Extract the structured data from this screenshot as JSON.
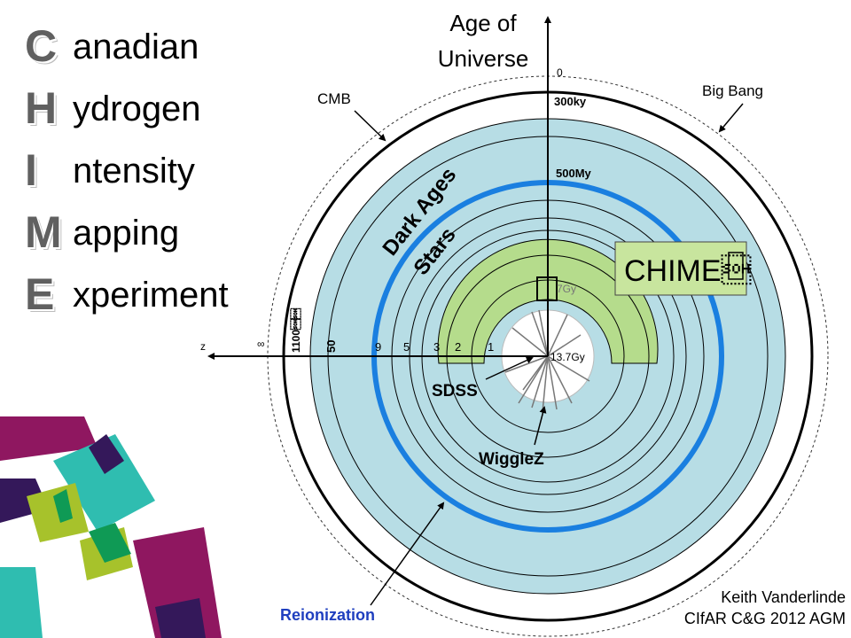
{
  "acronym": [
    {
      "letter": "C",
      "rest": "anadian"
    },
    {
      "letter": "H",
      "rest": "ydrogen"
    },
    {
      "letter": "I",
      "rest": "ntensity"
    },
    {
      "letter": "M",
      "rest": "apping"
    },
    {
      "letter": "E",
      "rest": "xperiment"
    }
  ],
  "diagram": {
    "axis_title_line1": "Age of",
    "axis_title_line2": "Universe",
    "z_axis_label": "z",
    "age_labels": [
      "0",
      "300ky",
      "500My",
      "7Gy",
      "13.7Gy"
    ],
    "z_labels": [
      "∞",
      "1100\u0001\u0001",
      "50",
      "9",
      "5",
      "3",
      "2",
      "1"
    ],
    "era_labels": {
      "dark_ages": "Dark Ages",
      "stars": "Stars"
    },
    "callouts": {
      "cmb": "CMB",
      "big_bang": "Big Bang",
      "chime": "CHIME\u0001",
      "sdss": "SDSS",
      "wigglez": "WiggleZ",
      "reionization": "Reionization",
      "marker_glyph": "\u0001"
    },
    "colors": {
      "dark_ages_band": "#b7dde5",
      "reionization_ring": "#1a7fe0",
      "stars_region": "#b5dc8c",
      "chime_box": "#c8e59e",
      "reionization_text": "#1f3fbf"
    }
  },
  "credit": {
    "line1": "Keith Vanderlinde",
    "line2": "CIfAR C&G 2012 AGM"
  },
  "decor_colors": [
    "#8f1760",
    "#34185a",
    "#2fbdb0",
    "#a7c22b",
    "#0f9a55"
  ]
}
